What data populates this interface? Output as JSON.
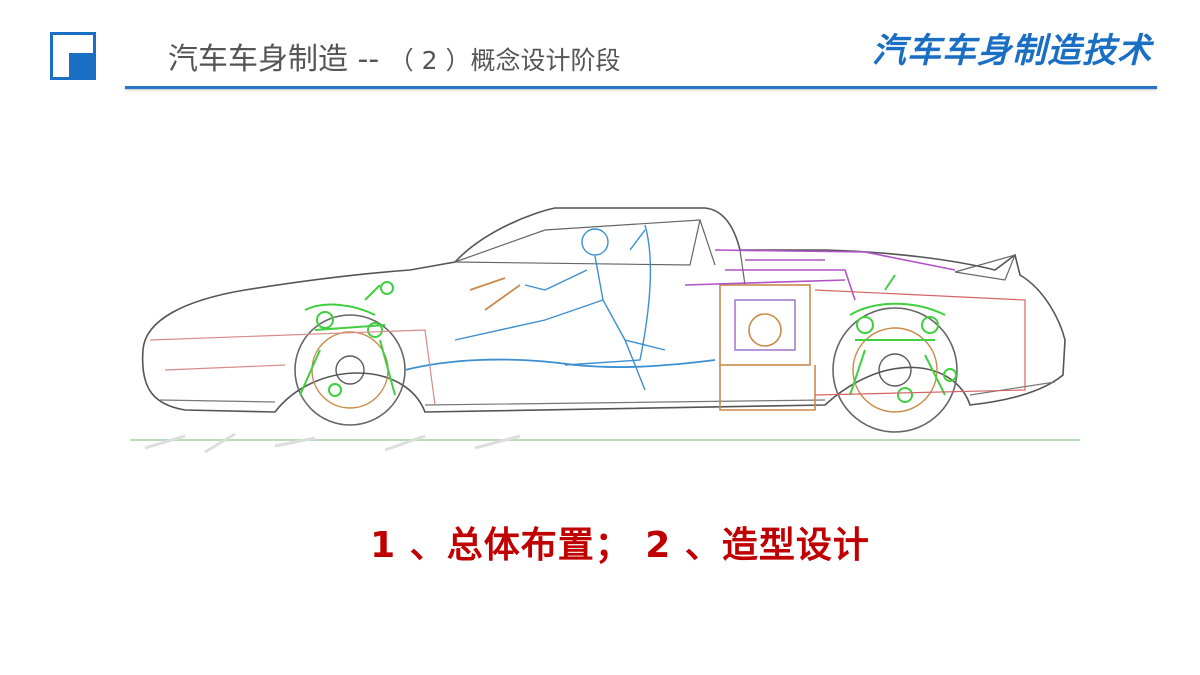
{
  "header": {
    "title_main": "汽车车身制造 --",
    "title_sub": "（ 2 ）概念设计阶段",
    "brand": "汽车车身制造技术"
  },
  "figure": {
    "subject": "car-body-layout-drawing-icon"
  },
  "caption": {
    "text": "1 、总体布置； 2 、造型设计"
  },
  "colors": {
    "accent_blue": "#1a6fc4",
    "title_gray": "#555555",
    "caption_red": "#c00000"
  }
}
